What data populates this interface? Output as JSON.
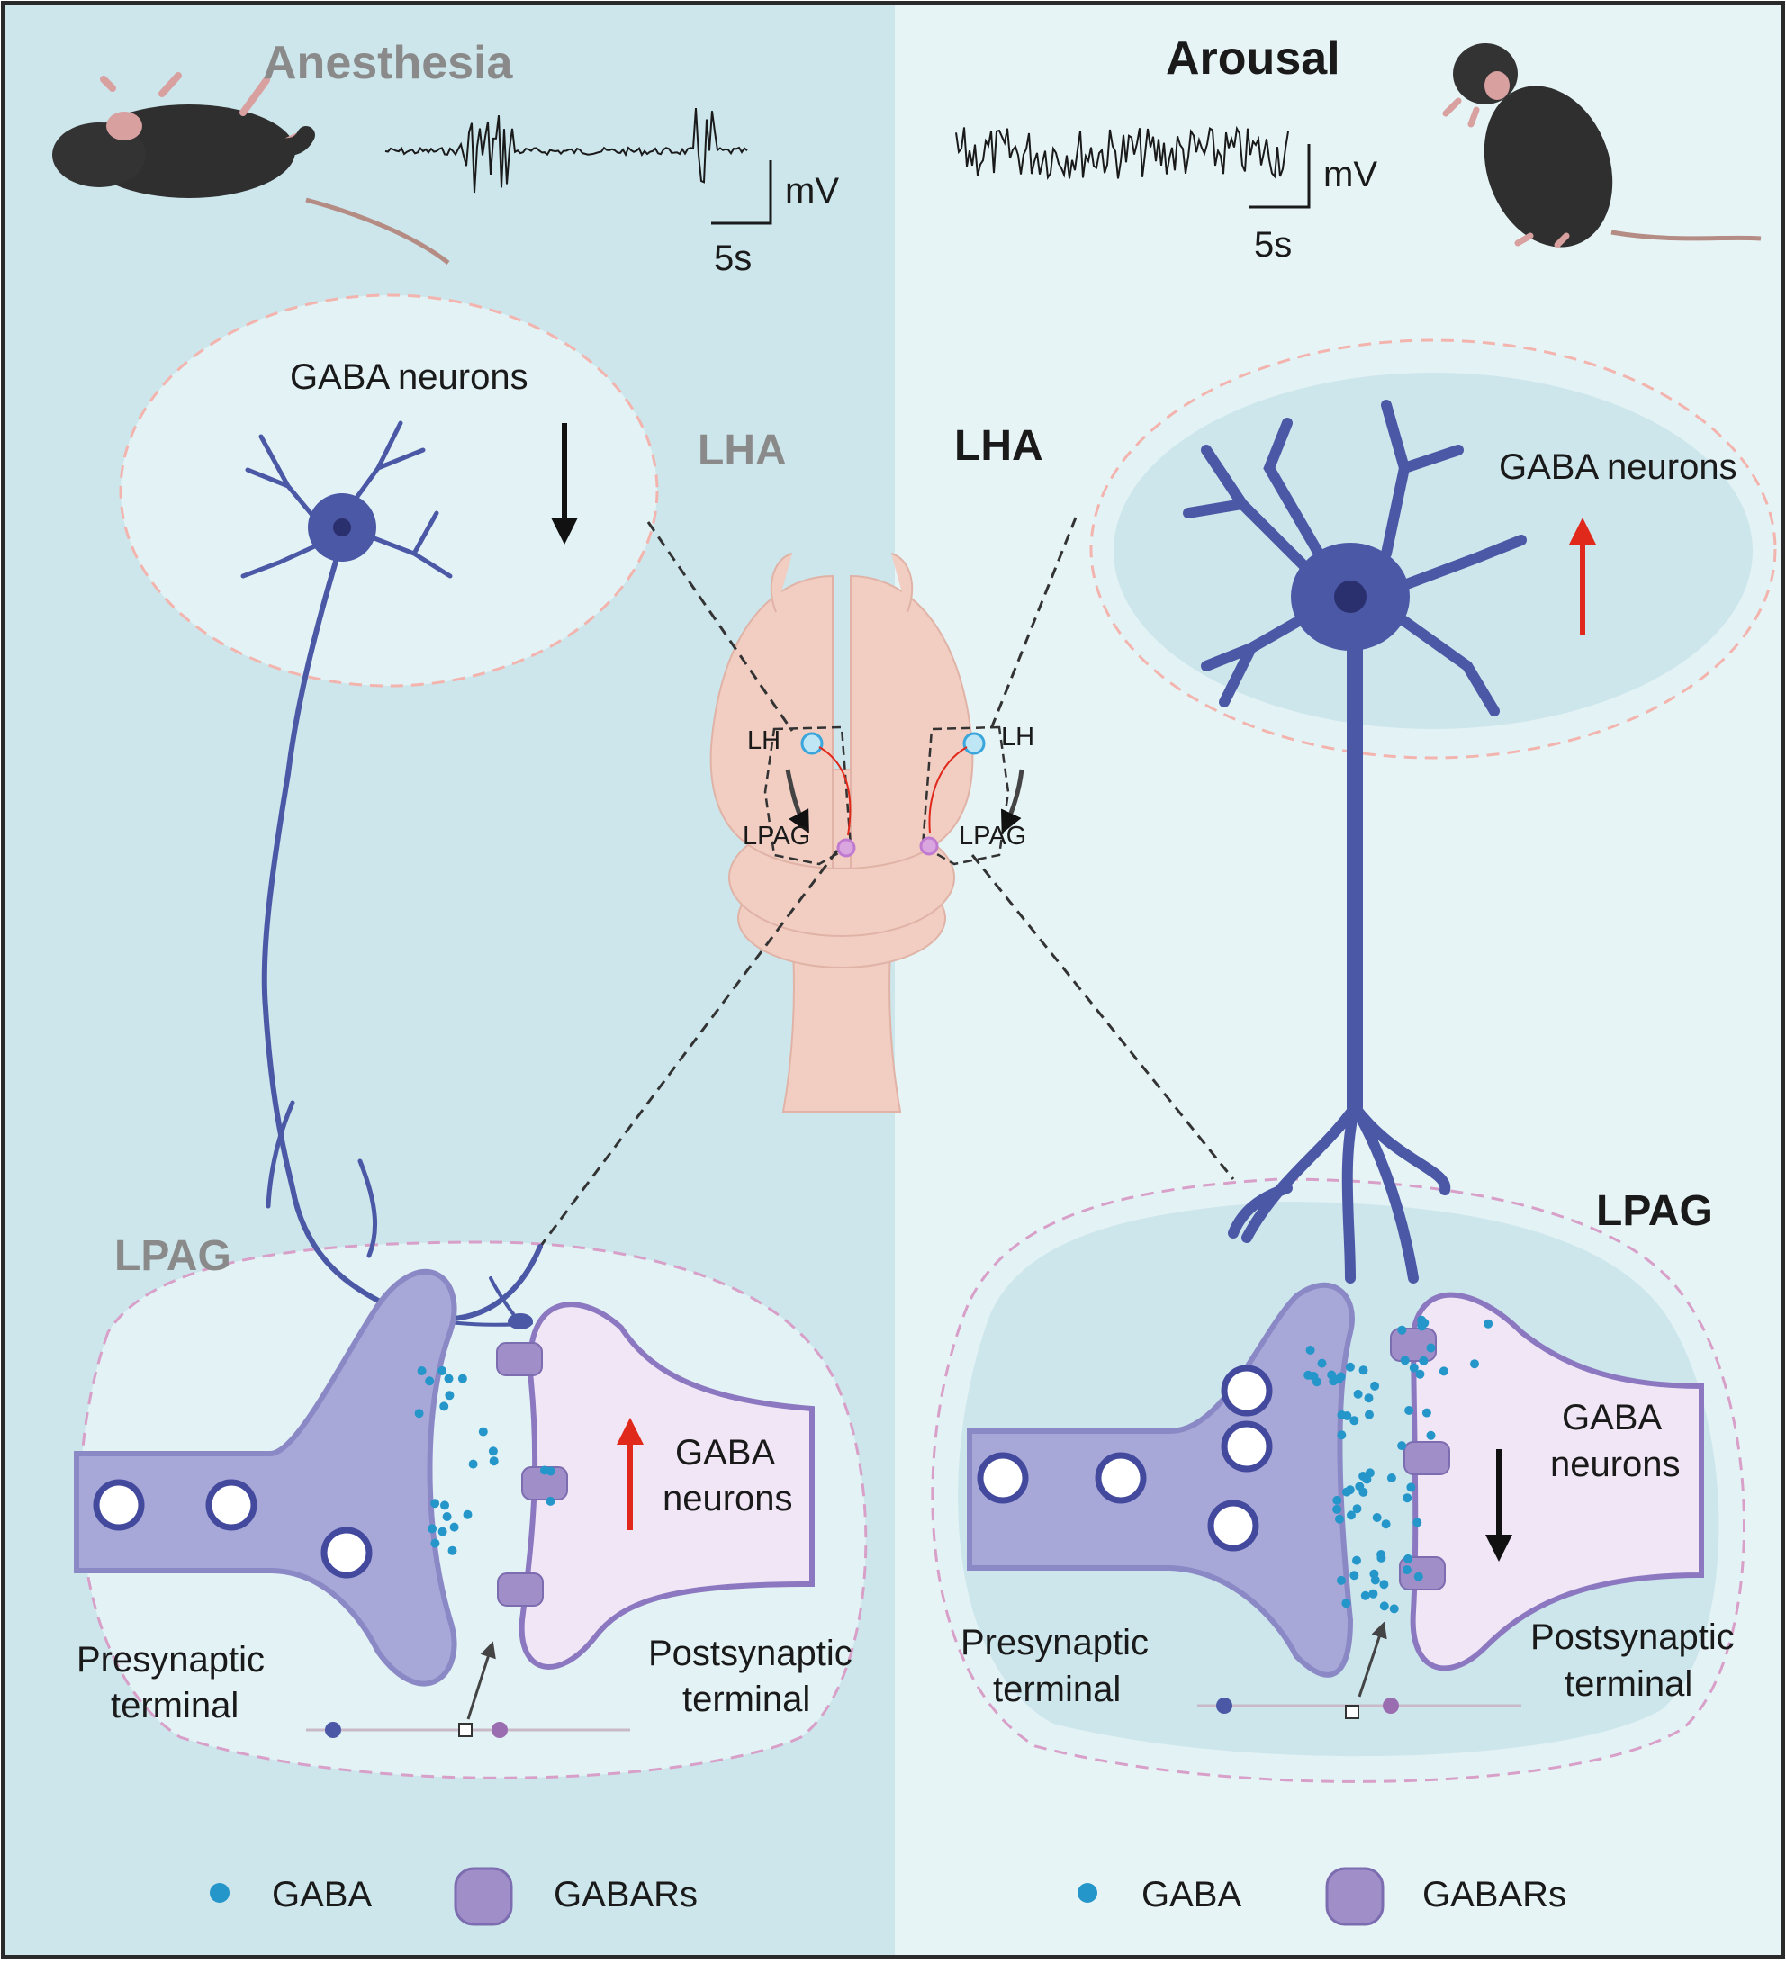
{
  "left_panel": {
    "title": "Anesthesia",
    "scale_unit": "mV",
    "scale_time": "5s",
    "lha_label": "LHA",
    "lha_neurons_label": "GABA neurons",
    "lpag_label": "LPAG",
    "postsynaptic_neurons_line1": "GABA",
    "postsynaptic_neurons_line2": "neurons",
    "presynaptic_line1": "Presynaptic",
    "presynaptic_line2": "terminal",
    "postsynaptic_line1": "Postsynaptic",
    "postsynaptic_line2": "terminal",
    "lha_activity": "down",
    "lpag_activity": "up"
  },
  "right_panel": {
    "title": "Arousal",
    "scale_unit": "mV",
    "scale_time": "5s",
    "lha_label": "LHA",
    "lha_neurons_label": "GABA neurons",
    "lpag_label": "LPAG",
    "postsynaptic_neurons_line1": "GABA",
    "postsynaptic_neurons_line2": "neurons",
    "presynaptic_line1": "Presynaptic",
    "presynaptic_line2": "terminal",
    "postsynaptic_line1": "Postsynaptic",
    "postsynaptic_line2": "terminal",
    "lha_activity": "up",
    "lpag_activity": "down"
  },
  "brain": {
    "left_lh": "LH",
    "left_lpag": "LPAG",
    "right_lh": "LH",
    "right_lpag": "LPAG"
  },
  "legend": {
    "gaba": "GABA",
    "gabars": "GABARs"
  },
  "colors": {
    "left_bg": "#cce6ec",
    "right_bg": "#e7f4f6",
    "neuron": "#4b58a6",
    "presynaptic": "#8b88c6",
    "postsynaptic": "#f1e6f5",
    "gaba_dot": "#2596c9",
    "receptor": "#9f8ec8",
    "up_arrow": "#e0281b",
    "down_arrow": "#111111",
    "brain": "#f1cdc2"
  },
  "icons": [
    "mouse-anesthetized-icon",
    "mouse-awake-icon",
    "neuron-icon",
    "brain-icon",
    "vesicle-icon",
    "receptor-icon"
  ]
}
